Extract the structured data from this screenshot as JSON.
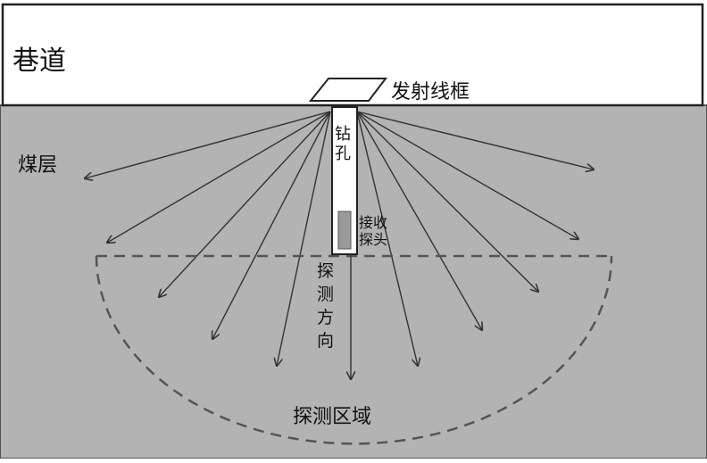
{
  "labels": {
    "roadway": "巷道",
    "coal_seam": "煤层",
    "transmit_coil": "发射线框",
    "borehole": [
      "钻",
      "孔"
    ],
    "receiver_probe": [
      "接收",
      "探头"
    ],
    "detect_direction": [
      "探",
      "测",
      "方",
      "向"
    ],
    "detect_region": "探测区域"
  },
  "colors": {
    "roadway_fill": "#ffffff",
    "coal_fill": "#b3b3b3",
    "line": "#333333",
    "probe": "#9a9a9a"
  }
}
